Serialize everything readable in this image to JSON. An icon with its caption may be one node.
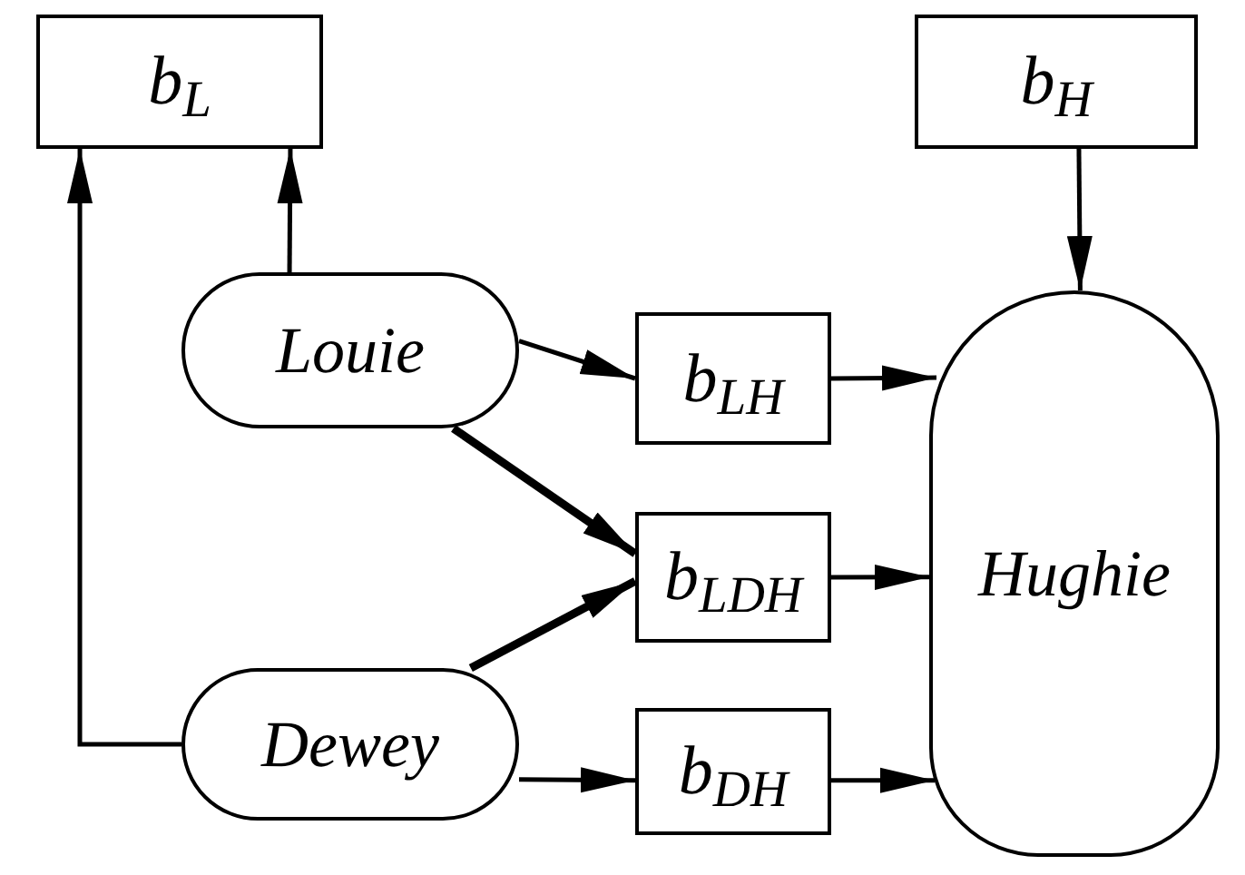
{
  "diagram": {
    "nodes": [
      {
        "text": [
          "*b*$_{L}$"
        ]
      },
      {
        "text": [
          "*b*$_{H}$"
        ]
      },
      {
        "text": [
          "Louie"
        ]
      },
      {
        "text": [
          "*b*$_{LH}$"
        ]
      },
      {
        "text": [
          "*b*$_{LDH}$"
        ]
      },
      {
        "text": [
          "Dewey"
        ]
      },
      {
        "text": [
          "*b*$_{DH}$"
        ]
      },
      {
        "text": [
          "Hughie"
        ]
      }
    ],
    "edges": [
      {
        "from": 2,
        "to": 0,
        "arrow": "to"
      },
      {
        "from": 5,
        "to": 0,
        "arrow": "to"
      },
      {
        "from": 1,
        "to": 7,
        "arrow": "to"
      },
      {
        "from": 2,
        "to": 3,
        "arrow": "to"
      },
      {
        "from": 2,
        "to": 4,
        "arrow": "to",
        "style": "thick"
      },
      {
        "from": 5,
        "to": 4,
        "arrow": "to",
        "style": "thick"
      },
      {
        "from": 5,
        "to": 6,
        "arrow": "to"
      },
      {
        "from": 3,
        "to": 7,
        "arrow": "to"
      },
      {
        "from": 4,
        "to": 7,
        "arrow": "to"
      },
      {
        "from": 6,
        "to": 7,
        "arrow": "to"
      }
    ]
  }
}
